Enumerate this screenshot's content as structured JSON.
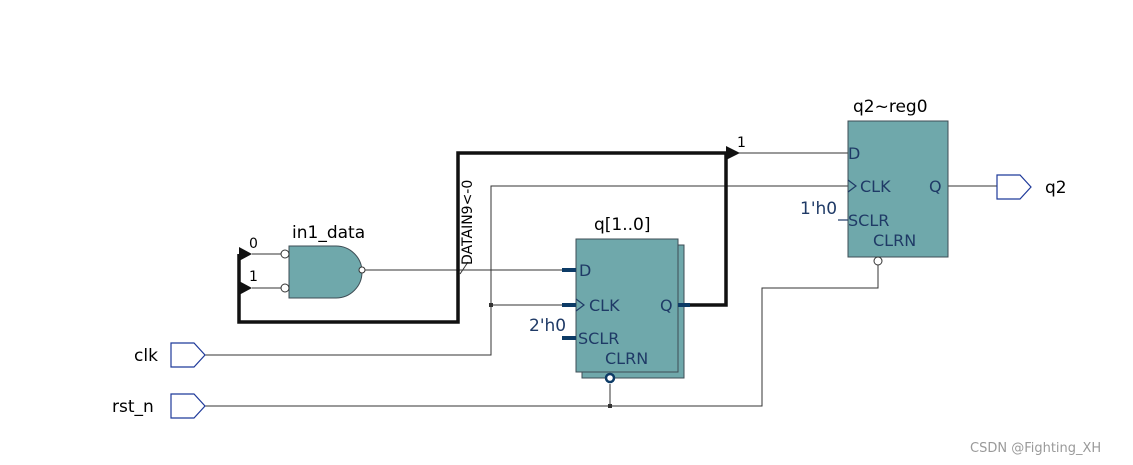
{
  "ports": {
    "clk": "clk",
    "rst_n": "rst_n",
    "q2": "q2"
  },
  "gate": {
    "name": "in1_data",
    "input_0": "0",
    "input_1": "1"
  },
  "bus_label": "DATAIN9<-0",
  "bus_index": "1",
  "reg_q": {
    "name": "q[1..0]",
    "pins": {
      "d": "D",
      "clk": "CLK",
      "sclr": "SCLR",
      "clrn": "CLRN",
      "q": "Q"
    },
    "sclr_value": "2'h0"
  },
  "reg_q2": {
    "name": "q2~reg0",
    "pins": {
      "d": "D",
      "clk": "CLK",
      "sclr": "SCLR",
      "clrn": "CLRN",
      "q": "Q"
    },
    "sclr_value": "1'h0"
  },
  "watermark": "CSDN @Fighting_XH",
  "colors": {
    "block_fill": "#6fa8ab",
    "port_stroke": "#1f3a9a",
    "pin_text": "#1f3a66"
  }
}
